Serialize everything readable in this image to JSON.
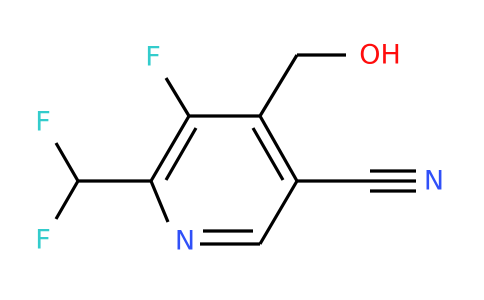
{
  "molecule": {
    "atoms": {
      "f_ring": "F",
      "f_chf2_top": "F",
      "f_chf2_bottom": "F",
      "n_ring": "N",
      "n_nitrile": "N",
      "oh": "OH"
    },
    "colors": {
      "fluorine": "#33cccc",
      "nitrogen": "#3050f8",
      "oxygen": "#ff0d0d",
      "bond": "#000000",
      "background": "#ffffff"
    }
  }
}
